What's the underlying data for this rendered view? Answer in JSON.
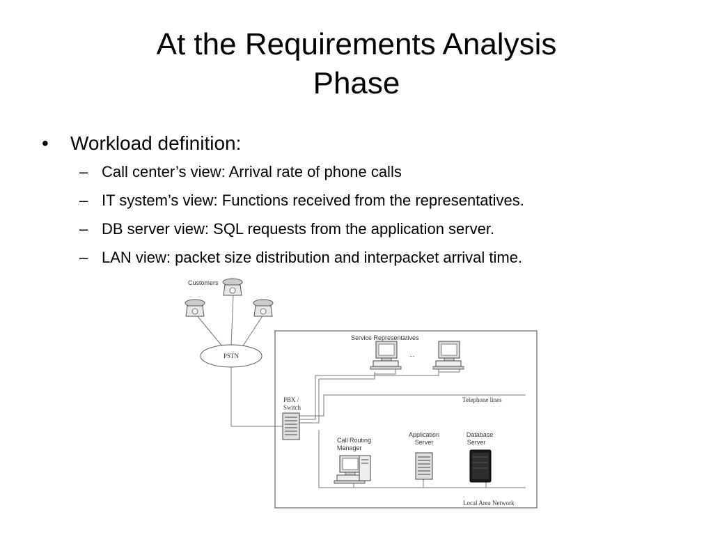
{
  "slide": {
    "title_line1": "At the Requirements Analysis",
    "title_line2": "Phase",
    "bullet": "Workload definition:",
    "sub_bullets": [
      "Call center’s view: Arrival rate of phone calls",
      "IT system’s view: Functions received from the representatives.",
      "DB server view: SQL requests from the application server.",
      "LAN view: packet size distribution and interpacket arrival time."
    ]
  },
  "diagram": {
    "customers": "Customers",
    "pstn": "PSTN",
    "service_reps": "Service Representatives",
    "ellipsis": "...",
    "pbx_line1": "PBX /",
    "pbx_line2": "Switch",
    "telephone_lines": "Telephone lines",
    "call_routing_line1": "Call Routing",
    "call_routing_line2": "Manager",
    "app_server_line1": "Application",
    "app_server_line2": "Server",
    "db_server_line1": "Database",
    "db_server_line2": "Server",
    "lan": "Local Area Network"
  }
}
